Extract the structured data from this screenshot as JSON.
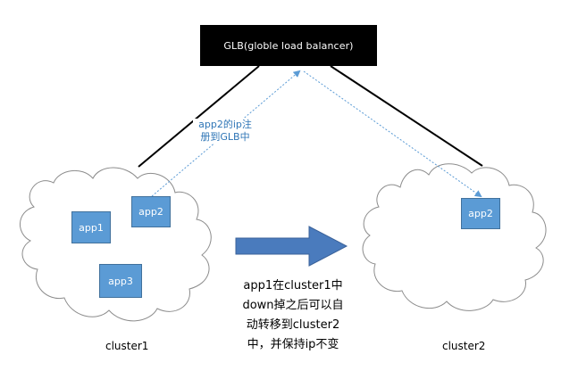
{
  "glb": {
    "label": "GLB(globle load balancer)"
  },
  "cluster1": {
    "label": "cluster1",
    "apps": [
      {
        "label": "app1"
      },
      {
        "label": "app2"
      },
      {
        "label": "app3"
      }
    ]
  },
  "cluster2": {
    "label": "cluster2",
    "apps": [
      {
        "label": "app2"
      }
    ]
  },
  "register_note": {
    "line1": "app2的ip注",
    "line2": "册到GLB中"
  },
  "migration_note": {
    "lines": [
      "app1在cluster1中",
      "down掉之后可以自",
      "动转移到cluster2",
      "中，并保持ip不变"
    ]
  },
  "colors": {
    "app_fill": "#5b9bd5",
    "app_border": "#41719c",
    "arrow_fill": "#4a7bbd",
    "dotted_line": "#5b9bd5",
    "note_text": "#2e75b6"
  }
}
